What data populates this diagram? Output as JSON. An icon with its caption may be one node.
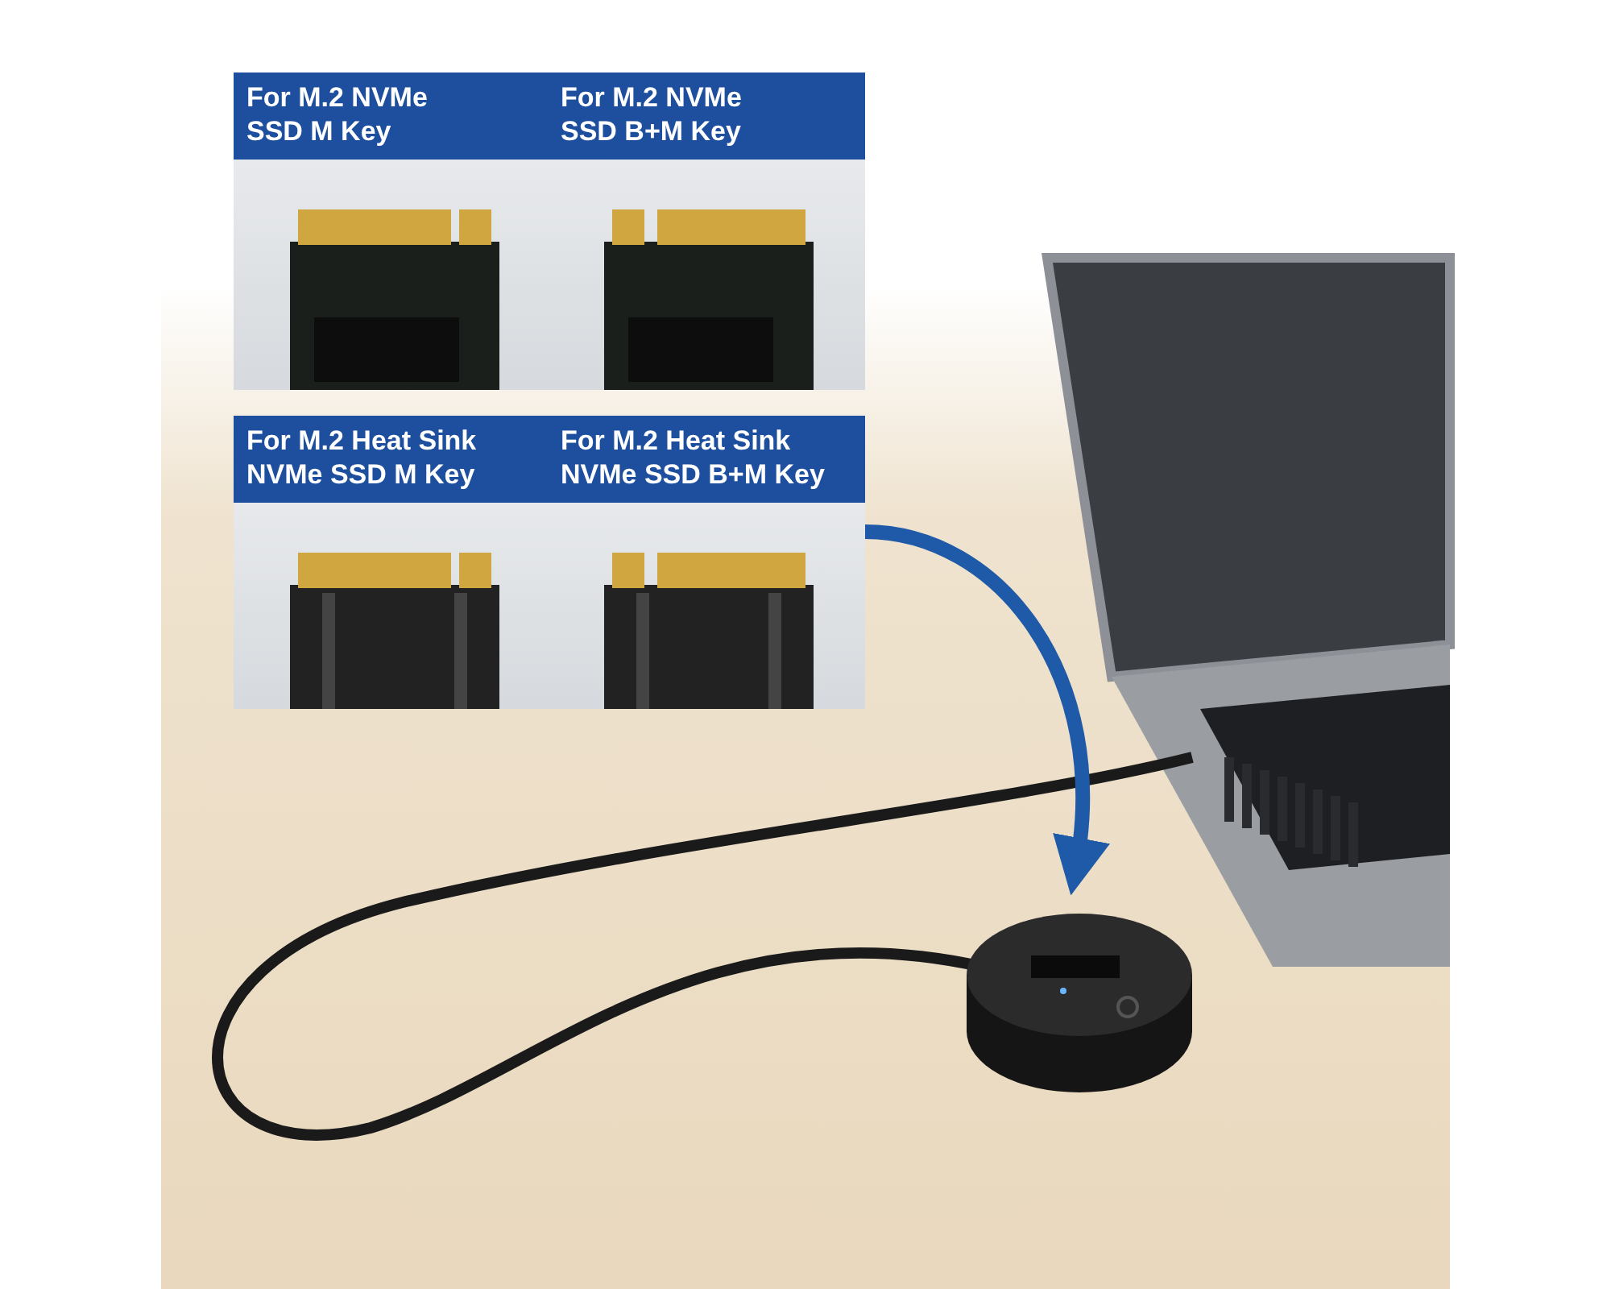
{
  "diagram": {
    "nodes": [
      {
        "text": [
          "For M.2 NVMe SSD M Key"
        ]
      },
      {
        "text": [
          "For M.2 NVMe SSD B+M Key"
        ]
      },
      {
        "text": [
          "For M.2 Heat Sink NVMe SSD M Key"
        ]
      },
      {
        "text": [
          "For M.2 Heat Sink NVMe SSD B+M Key"
        ]
      },
      {
        "text": [],
        "shape": "picture"
      }
    ],
    "edges": [
      {
        "from": 3,
        "to": 4,
        "arrow": "to"
      }
    ]
  }
}
